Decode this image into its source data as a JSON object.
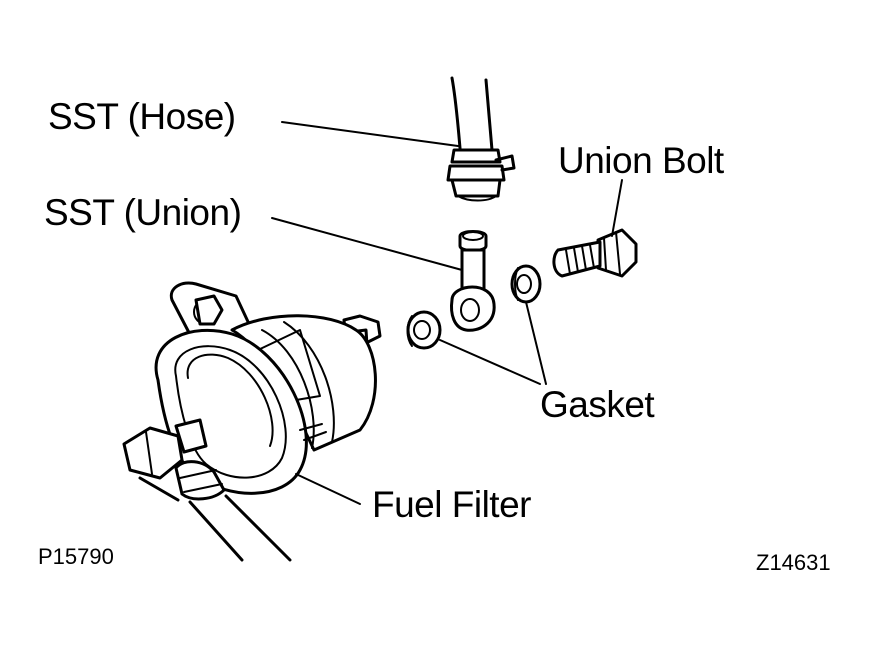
{
  "labels": {
    "sst_hose": "SST (Hose)",
    "sst_union": "SST (Union)",
    "union_bolt": "Union Bolt",
    "gasket": "Gasket",
    "fuel_filter": "Fuel Filter"
  },
  "codes": {
    "left": "P15790",
    "right": "Z14631"
  }
}
